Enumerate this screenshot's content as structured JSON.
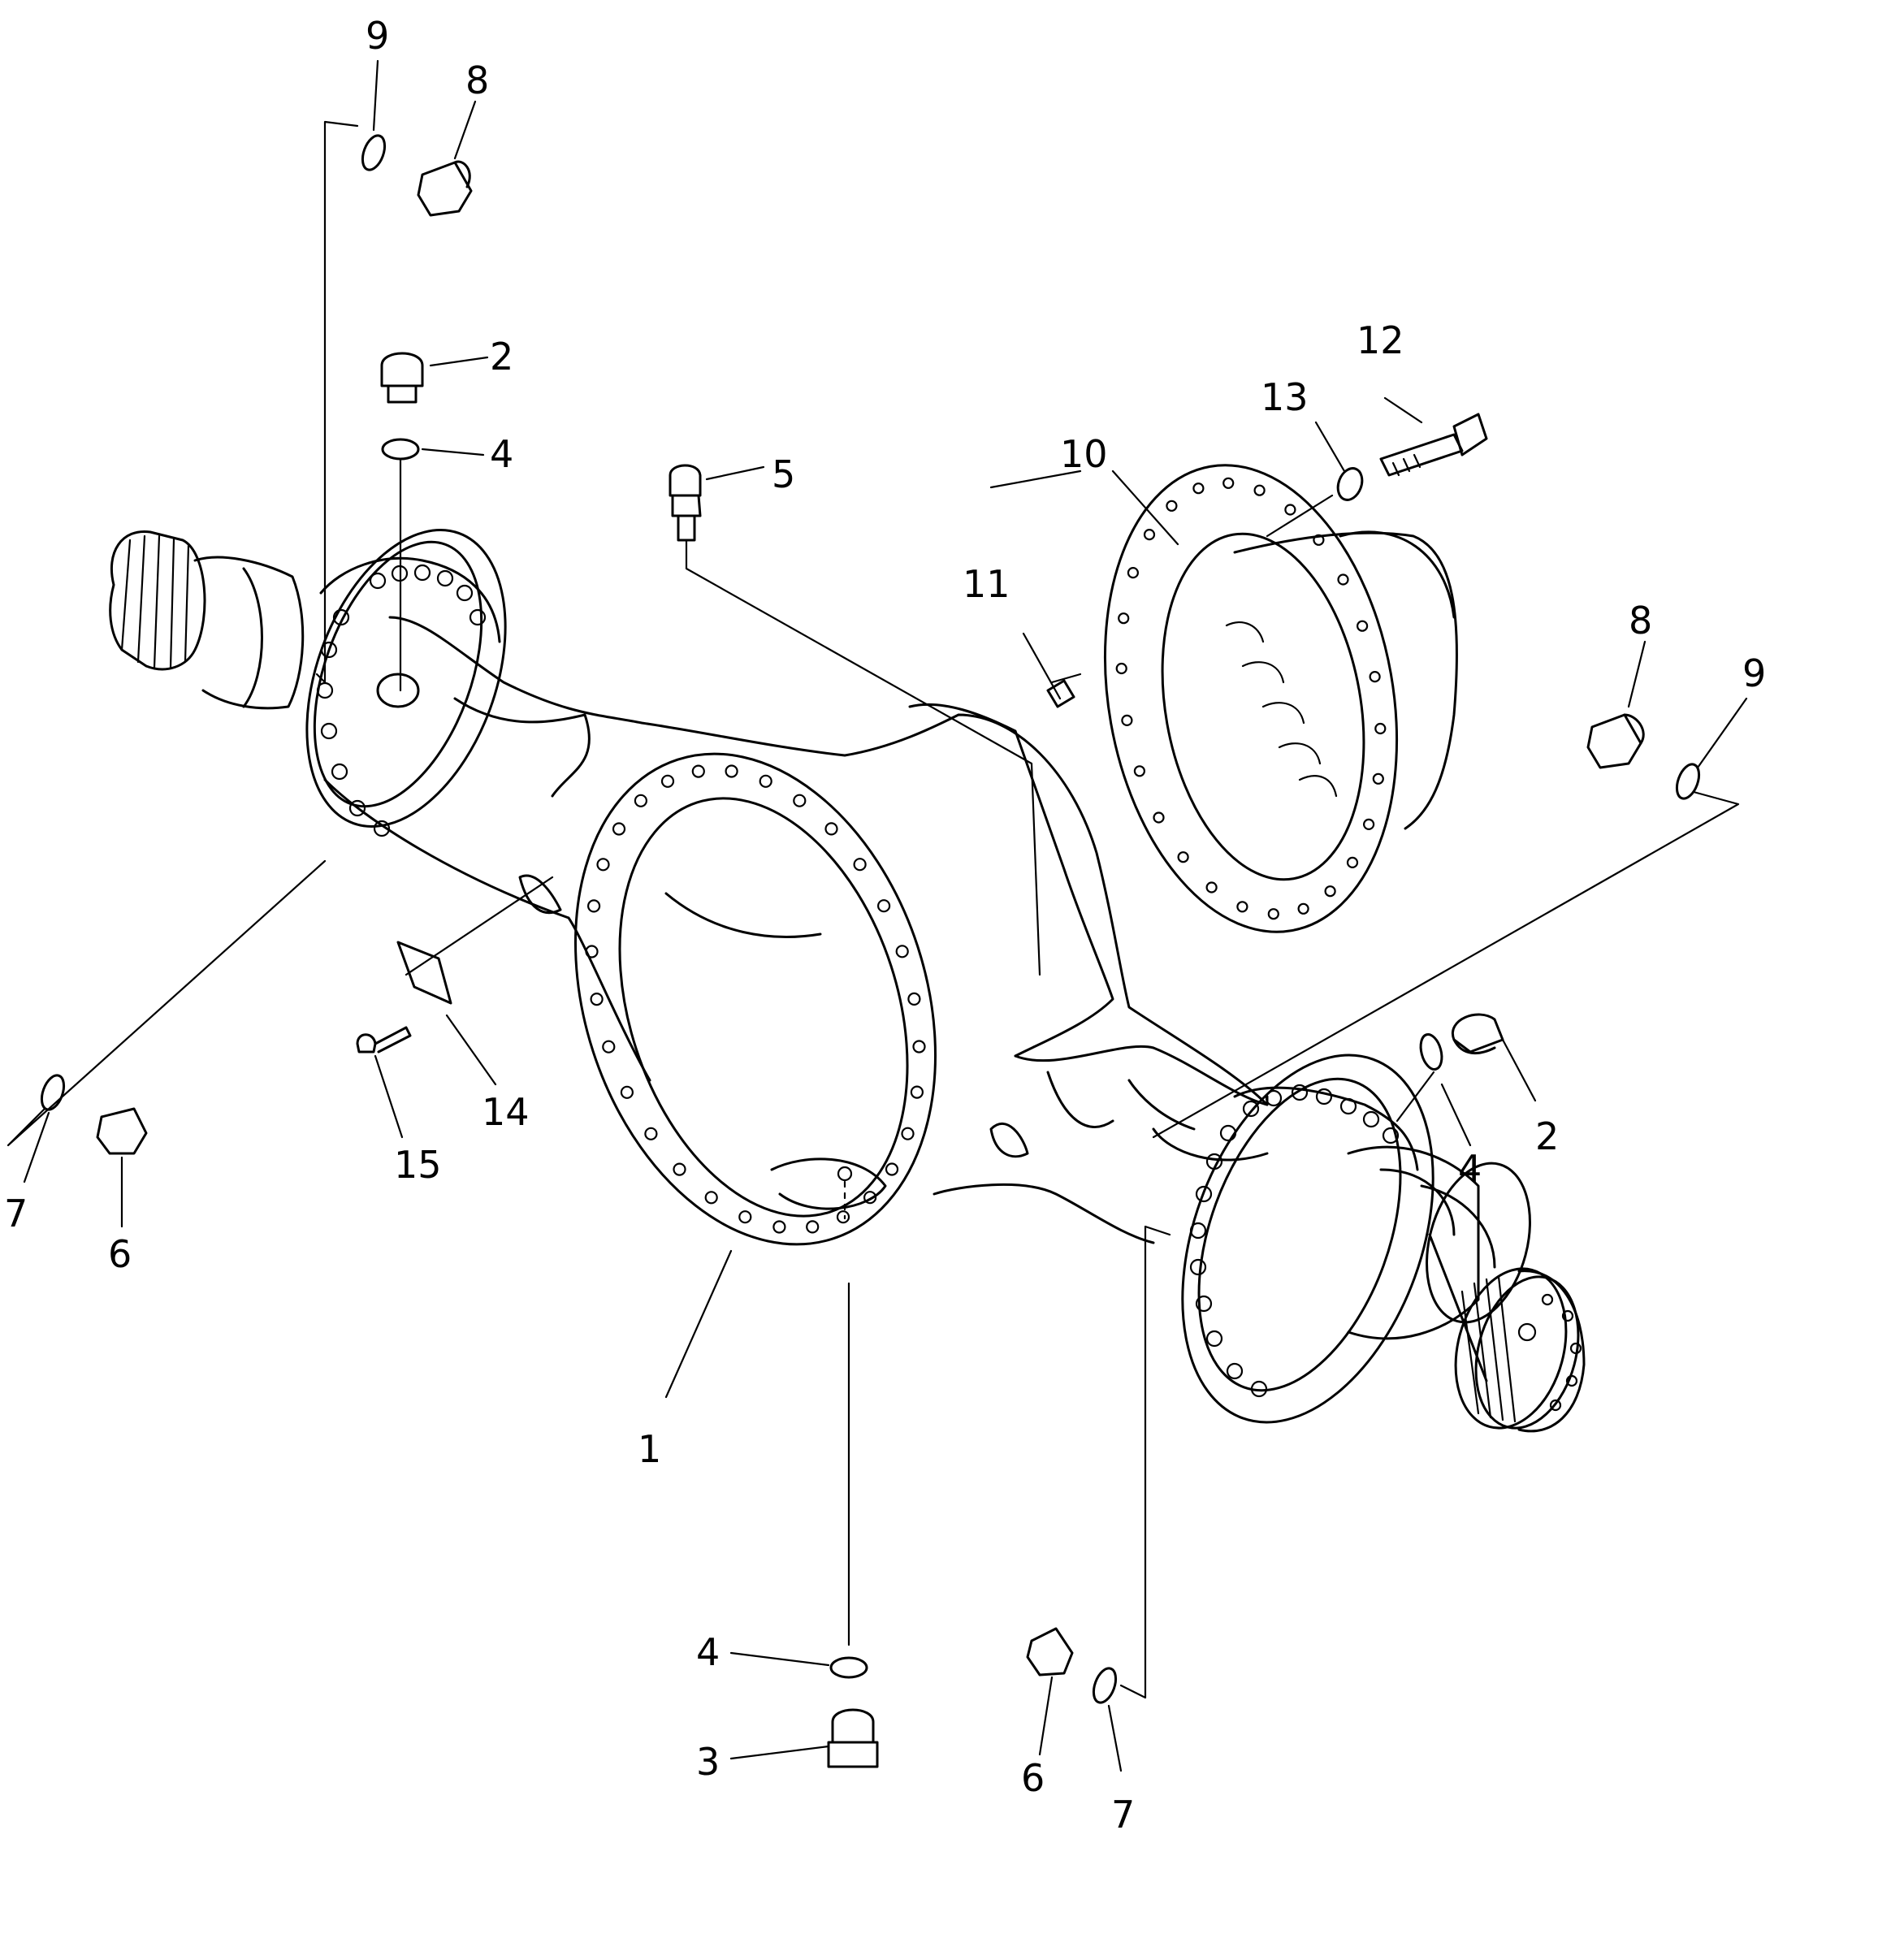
{
  "diagram": {
    "type": "exploded-parts-diagram",
    "callouts": [
      {
        "id": "c1",
        "part": "1"
      },
      {
        "id": "c2a",
        "part": "2"
      },
      {
        "id": "c2b",
        "part": "2"
      },
      {
        "id": "c3",
        "part": "3"
      },
      {
        "id": "c4a",
        "part": "4"
      },
      {
        "id": "c4b",
        "part": "4"
      },
      {
        "id": "c4c",
        "part": "4"
      },
      {
        "id": "c5",
        "part": "5"
      },
      {
        "id": "c6a",
        "part": "6"
      },
      {
        "id": "c6b",
        "part": "6"
      },
      {
        "id": "c7a",
        "part": "7"
      },
      {
        "id": "c7b",
        "part": "7"
      },
      {
        "id": "c8a",
        "part": "8"
      },
      {
        "id": "c8b",
        "part": "8"
      },
      {
        "id": "c9a",
        "part": "9"
      },
      {
        "id": "c9b",
        "part": "9"
      },
      {
        "id": "c10",
        "part": "10"
      },
      {
        "id": "c11",
        "part": "11"
      },
      {
        "id": "c12",
        "part": "12"
      },
      {
        "id": "c13",
        "part": "13"
      },
      {
        "id": "c14",
        "part": "14"
      },
      {
        "id": "c15",
        "part": "15"
      }
    ]
  }
}
